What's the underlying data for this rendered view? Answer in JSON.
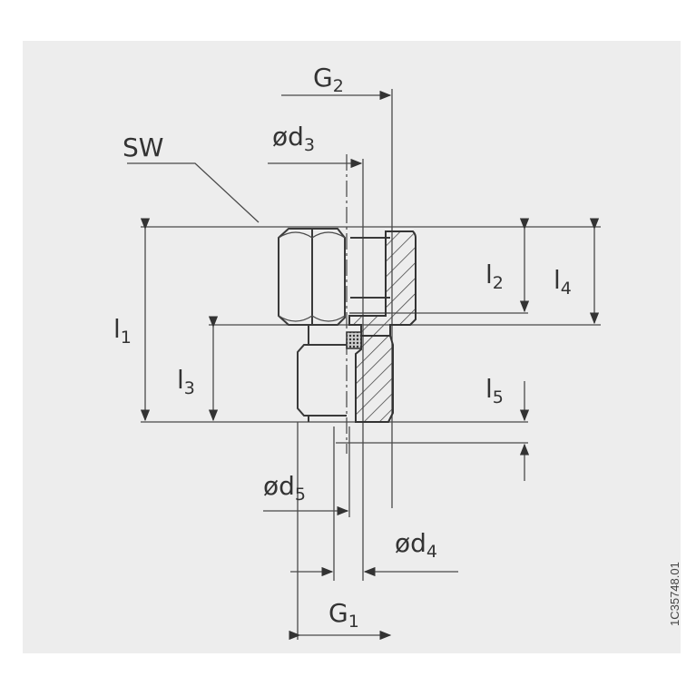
{
  "drawing": {
    "labels": {
      "sw": "SW",
      "g2": {
        "base": "G",
        "sub": "2"
      },
      "d3": {
        "base": "ød",
        "sub": "3"
      },
      "l1": {
        "base": "l",
        "sub": "1"
      },
      "l2": {
        "base": "l",
        "sub": "2"
      },
      "l3": {
        "base": "l",
        "sub": "3"
      },
      "l4": {
        "base": "l",
        "sub": "4"
      },
      "l5": {
        "base": "l",
        "sub": "5"
      },
      "d5": {
        "base": "ød",
        "sub": "5"
      },
      "d4": {
        "base": "ød",
        "sub": "4"
      },
      "g1": {
        "base": "G",
        "sub": "1"
      }
    },
    "drawing_code": "1C35748.01",
    "colors": {
      "panel": "#ededed",
      "line": "#3a3a3a"
    }
  }
}
